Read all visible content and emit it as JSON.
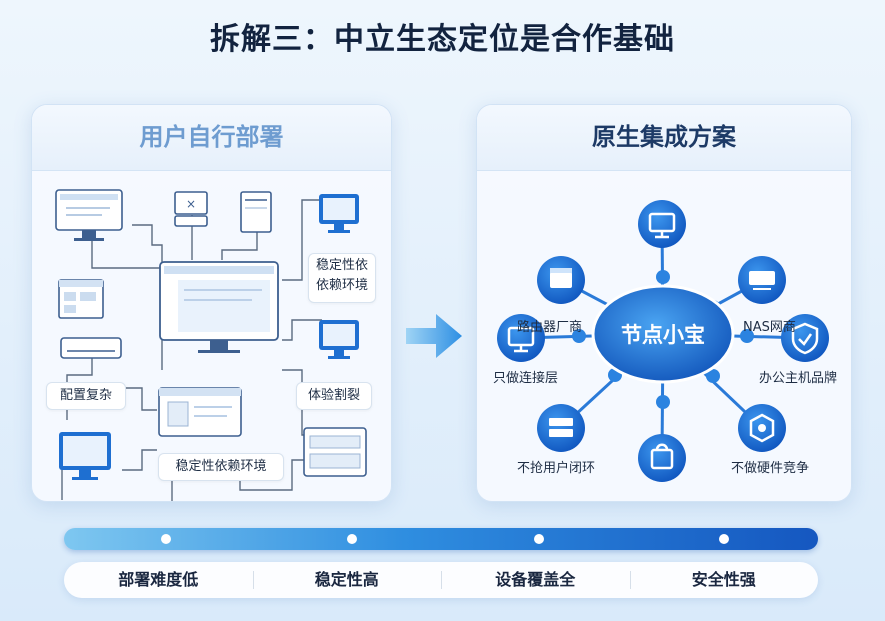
{
  "title": "拆解三：中立生态定位是合作基础",
  "left_panel": {
    "heading": "用户自行部署",
    "labels": {
      "stable_env_1": "稳定性依",
      "stable_env_2": "依赖环境",
      "config_complex": "配置复杂",
      "experience_split": "体验割裂",
      "stable_env_bottom": "稳定性依赖环境"
    }
  },
  "right_panel": {
    "heading": "原生集成方案",
    "center": "节点小宝",
    "nodes": [
      {
        "label": "路由器厂商",
        "icon": "router-icon"
      },
      {
        "label": "",
        "icon": "monitor-icon"
      },
      {
        "label": "NAS网商",
        "icon": "nas-icon"
      },
      {
        "label": "只做连接层",
        "icon": "monitor-icon"
      },
      {
        "label": "办公主机品牌",
        "icon": "shield-icon"
      },
      {
        "label": "不抢用户闭环",
        "icon": "server-icon"
      },
      {
        "label": "",
        "icon": "bag-icon"
      },
      {
        "label": "不做硬件竞争",
        "icon": "hex-shield-icon"
      }
    ]
  },
  "bottom": {
    "items": [
      "部署难度低",
      "稳定性高",
      "设备覆盖全",
      "安全性强"
    ]
  },
  "colors": {
    "accent": "#1f6fd6",
    "accent_light": "#7ec7f0",
    "title": "#12233f"
  }
}
